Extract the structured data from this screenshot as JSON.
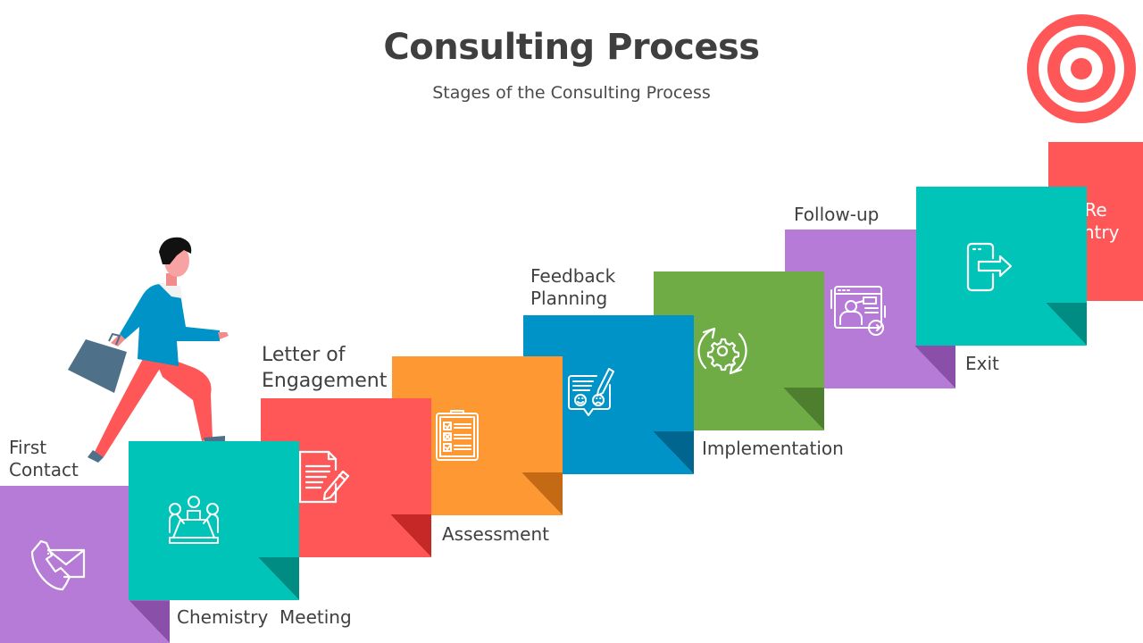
{
  "header": {
    "title": "Consulting Process",
    "subtitle": "Stages of the Consulting Process"
  },
  "decor": {
    "target_icon": "bullseye-target-icon",
    "illustration": "businessman-climbing-stairs"
  },
  "colors": {
    "purple": "#B57BD6",
    "purple_fold": "#8A4FA8",
    "teal": "#00C4B8",
    "teal_fold": "#008C82",
    "red": "#FF5757",
    "red_fold": "#C62828",
    "orange": "#FD9833",
    "orange_fold": "#C46A15",
    "blue": "#0093C8",
    "blue_fold": "#006690",
    "green": "#6FAC46",
    "green_fold": "#4D7F2E",
    "text": "#404040"
  },
  "steps": [
    {
      "label_line1": "First",
      "label_line2": "Contact",
      "icon": "phone-mail-icon",
      "color": "purple"
    },
    {
      "label": "Chemistry  Meeting",
      "icon": "meeting-table-icon",
      "color": "teal"
    },
    {
      "label_line1": "Letter of",
      "label_line2": "Engagement",
      "icon": "document-edit-icon",
      "color": "red"
    },
    {
      "label": "Assessment",
      "icon": "clipboard-checklist-icon",
      "color": "orange"
    },
    {
      "label_line1": "Feedback",
      "label_line2": "Planning",
      "icon": "feedback-chat-icon",
      "color": "blue"
    },
    {
      "label": "Implementation",
      "icon": "gear-cycle-icon",
      "color": "green"
    },
    {
      "label": "Follow-up",
      "icon": "user-browser-arrow-icon",
      "color": "purple"
    },
    {
      "label": "Exit",
      "icon": "exit-door-icon",
      "color": "teal"
    },
    {
      "label_line1": "Re",
      "label_line2": "entry",
      "color": "red"
    }
  ]
}
